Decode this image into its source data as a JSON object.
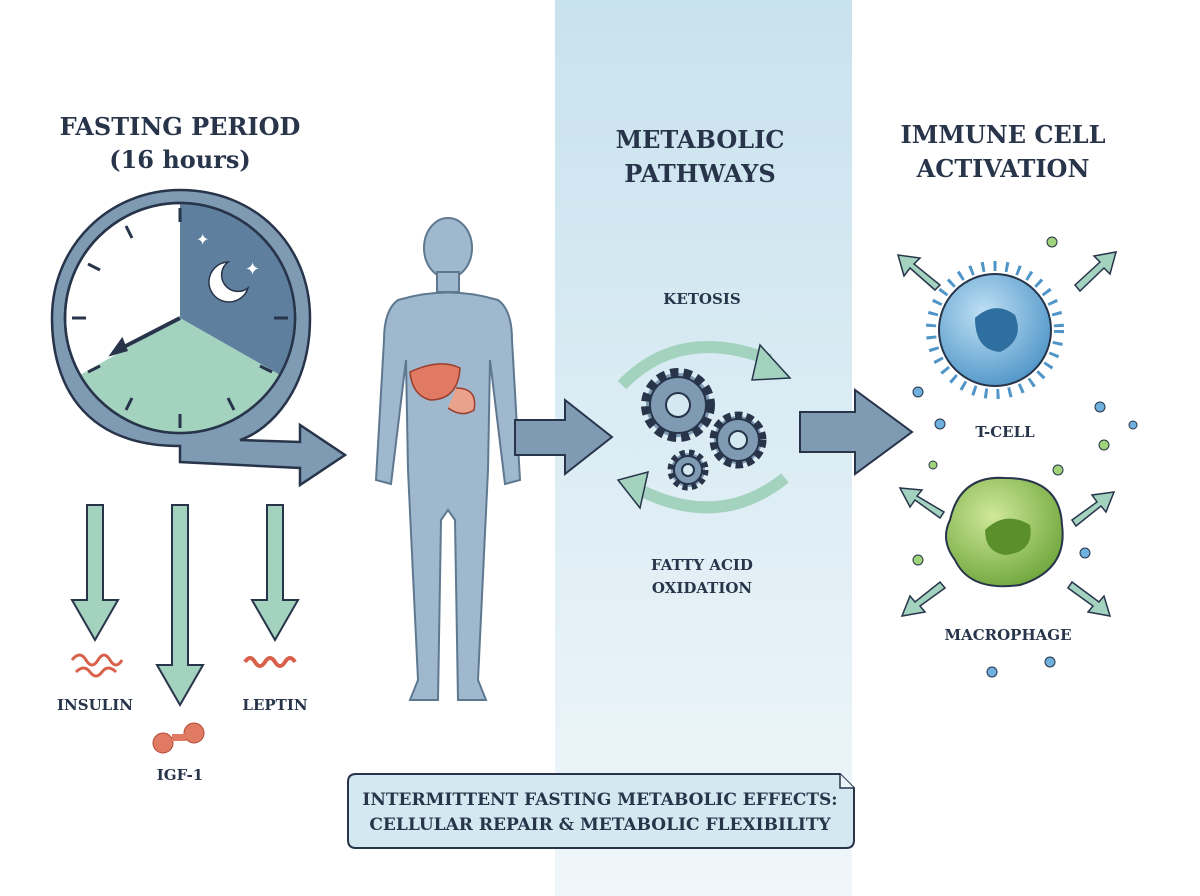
{
  "sections": {
    "fasting": {
      "title_line1": "FASTING PERIOD",
      "title_line2": "(16 hours)"
    },
    "metabolic": {
      "title_line1": "METABOLIC",
      "title_line2": "PATHWAYS",
      "top_label": "KETOSIS",
      "bottom_label_line1": "FATTY ACID",
      "bottom_label_line2": "OXIDATION"
    },
    "immune": {
      "title_line1": "IMMUNE CELL",
      "title_line2": "ACTIVATION",
      "cell1": "T-CELL",
      "cell2": "MACROPHAGE"
    }
  },
  "hormones": [
    {
      "label": "INSULIN"
    },
    {
      "label": "IGF-1"
    },
    {
      "label": "LEPTIN"
    }
  ],
  "banner": {
    "line1": "INTERMITTENT FASTING METABOLIC EFFECTS:",
    "line2": "CELLULAR REPAIR & METABOLIC FLEXIBILITY"
  },
  "colors": {
    "outline": "#27344a",
    "arrow_blue": "#7f9ab3",
    "mint": "#a3d2bf",
    "night": "#5f7f9f",
    "highlight": "#d3e8f1",
    "tcell": "#6fb0dc",
    "macrophage": "#8fc15a",
    "hormone": "#d9604a"
  }
}
